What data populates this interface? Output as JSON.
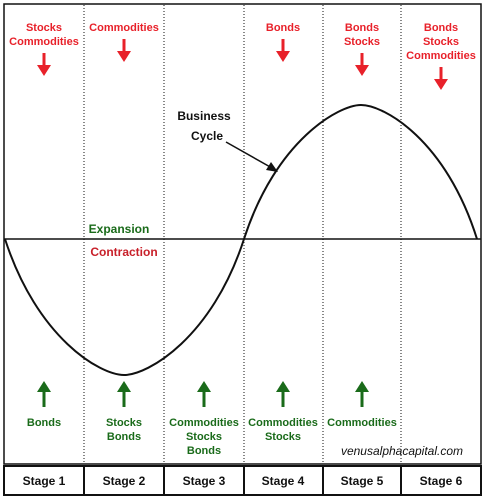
{
  "stages": [
    {
      "label": "Stage 1",
      "top_assets": [
        "Stocks",
        "Commodities"
      ],
      "bottom_assets": [
        "Bonds"
      ]
    },
    {
      "label": "Stage 2",
      "top_assets": [
        "Commodities"
      ],
      "bottom_assets": [
        "Stocks",
        "Bonds"
      ]
    },
    {
      "label": "Stage 3",
      "top_assets": [],
      "bottom_assets": [
        "Commodities",
        "Stocks",
        "Bonds"
      ]
    },
    {
      "label": "Stage 4",
      "top_assets": [
        "Bonds"
      ],
      "bottom_assets": [
        "Commodities",
        "Stocks"
      ]
    },
    {
      "label": "Stage 5",
      "top_assets": [
        "Bonds",
        "Stocks"
      ],
      "bottom_assets": [
        "Commodities"
      ]
    },
    {
      "label": "Stage 6",
      "top_assets": [
        "Bonds",
        "Stocks",
        "Commodities"
      ],
      "bottom_assets": []
    }
  ],
  "labels": {
    "expansion": "Expansion",
    "contraction": "Contraction",
    "business_cycle_line1": "Business",
    "business_cycle_line2": "Cycle",
    "watermark": "venusalphacapital.com"
  },
  "colors": {
    "top_arrow": "#e8212a",
    "bottom_arrow": "#1a6b1a",
    "expansion_text": "#1a6b1a",
    "contraction_text": "#c8202a"
  },
  "icons": {
    "top": "down-arrow-icon",
    "bottom": "up-arrow-icon"
  }
}
